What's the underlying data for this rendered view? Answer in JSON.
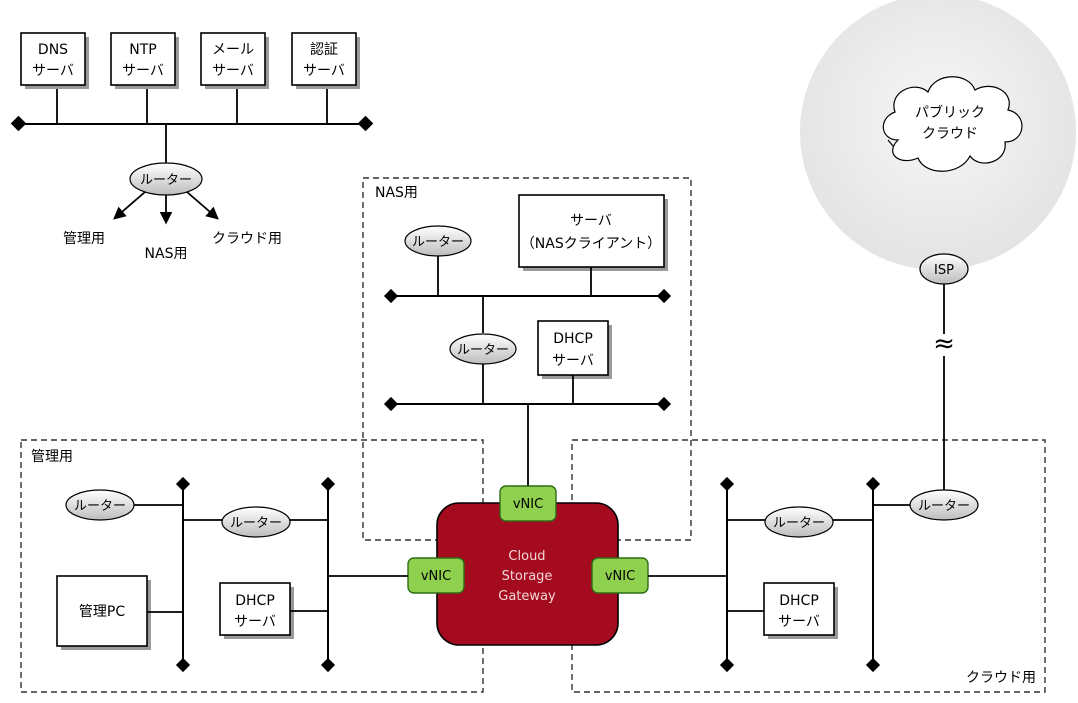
{
  "top_servers": {
    "dns": [
      "DNS",
      "サーバ"
    ],
    "ntp": [
      "NTP",
      "サーバ"
    ],
    "mail": [
      "メール",
      "サーバ"
    ],
    "auth": [
      "認証",
      "サーバ"
    ]
  },
  "router_label": "ルーター",
  "branches": {
    "management": "管理用",
    "nas": "NAS用",
    "cloud": "クラウド用"
  },
  "zones": {
    "nas": "NAS用",
    "management": "管理用",
    "cloud": "クラウド用"
  },
  "nas_server": [
    "サーバ",
    "（NASクライアント）"
  ],
  "dhcp_server": [
    "DHCP",
    "サーバ"
  ],
  "admin_pc": "管理PC",
  "gateway": [
    "Cloud",
    "Storage",
    "Gateway"
  ],
  "vnic_label": "vNIC",
  "public_cloud": [
    "パブリック",
    "クラウド"
  ],
  "isp": "ISP",
  "break_symbol": "≈",
  "colors": {
    "gateway": "#a50b1e",
    "vnic": "#8fd14f",
    "cloud": "#ececec"
  }
}
